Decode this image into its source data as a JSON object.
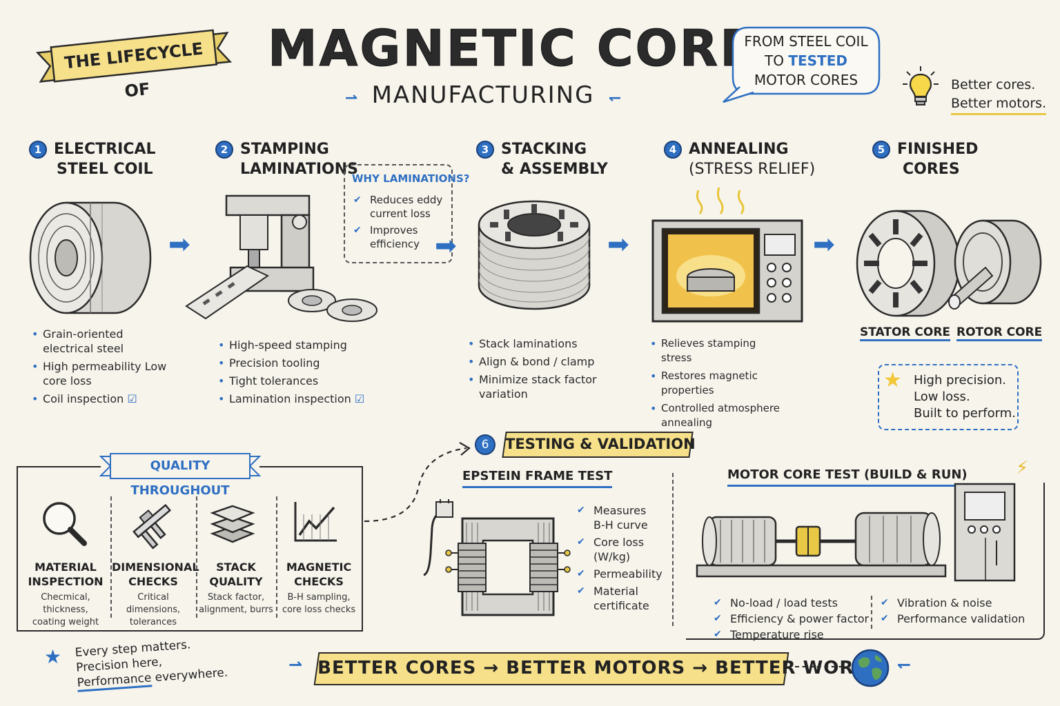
{
  "header": {
    "banner": "THE LIFECYCLE OF",
    "title": "MAGNETIC CORE",
    "subtitle": "MANUFACTURING",
    "bubble_line1": "FROM STEEL COIL",
    "bubble_line2_pre": "TO",
    "bubble_line2_em": "TESTED",
    "bubble_line3": "MOTOR CORES",
    "tagline1": "Better cores.",
    "tagline2": "Better motors."
  },
  "steps": [
    {
      "num": "1",
      "title1": "ELECTRICAL",
      "title2": "STEEL COIL",
      "bullets": [
        "Grain-oriented electrical steel",
        "High permeability Low core loss",
        "Coil inspection"
      ],
      "icon": "steel-coil-icon"
    },
    {
      "num": "2",
      "title1": "STAMPING",
      "title2": "LAMINATIONS",
      "bullets": [
        "High-speed stamping",
        "Precision tooling",
        "Tight tolerances",
        "Lamination inspection"
      ],
      "icon": "stamping-press-icon"
    },
    {
      "num": "3",
      "title1": "STACKING",
      "title2": "& ASSEMBLY",
      "bullets": [
        "Stack laminations",
        "Align & bond / clamp",
        "Minimize stack factor variation"
      ],
      "icon": "stacked-core-icon"
    },
    {
      "num": "4",
      "title1": "ANNEALING",
      "title2": "(STRESS RELIEF)",
      "bullets": [
        "Relieves stamping stress",
        "Restores magnetic properties",
        "Controlled atmosphere annealing"
      ],
      "icon": "annealing-oven-icon"
    },
    {
      "num": "5",
      "title1": "FINISHED",
      "title2": "CORES",
      "labels": [
        "STATOR CORE",
        "ROTOR CORE"
      ],
      "icon": "finished-cores-icon"
    }
  ],
  "why_box": {
    "title": "WHY LAMINATIONS?",
    "items": [
      "Reduces eddy current loss",
      "Improves efficiency"
    ]
  },
  "star_box": {
    "lines": [
      "High precision.",
      "Low loss.",
      "Built to perform."
    ]
  },
  "quality": {
    "title": "QUALITY THROUGHOUT",
    "items": [
      {
        "label1": "MATERIAL",
        "label2": "INSPECTION",
        "sub1": "Checmical, thickness,",
        "sub2": "coating weight",
        "icon": "magnifier-icon"
      },
      {
        "label1": "DIMENSIONAL",
        "label2": "CHECKS",
        "sub1": "Critical dimensions,",
        "sub2": "tolerances",
        "icon": "caliper-icon"
      },
      {
        "label1": "STACK",
        "label2": "QUALITY",
        "sub1": "Stack factor,",
        "sub2": "alignment, burrs",
        "icon": "stack-layers-icon"
      },
      {
        "label1": "MAGNETIC",
        "label2": "CHECKS",
        "sub1": "B-H sampling,",
        "sub2": "core loss checks",
        "icon": "bh-curve-icon"
      }
    ]
  },
  "testing": {
    "num": "6",
    "title": "TESTING & VALIDATION",
    "epstein_title": "EPSTEIN FRAME TEST",
    "epstein_items": [
      "Measures B-H curve",
      "Core loss (W/kg)",
      "Permeability",
      "Material certificate"
    ],
    "motor_title": "MOTOR CORE TEST (BUILD & RUN)",
    "motor_items_left": [
      "No-load / load tests",
      "Efficiency & power factor",
      "Temperature rise"
    ],
    "motor_items_right": [
      "Vibration & noise",
      "Performance validation"
    ]
  },
  "footer": {
    "note1": "Every step matters.",
    "note2": "Precision here,",
    "note3_em": "Performance",
    "note3_rest": " everywhere.",
    "slogan": "BETTER CORES → BETTER MOTORS → BETTER WORLD"
  },
  "colors": {
    "accent": "#2e6fc2",
    "banner": "#f6e08a",
    "ink": "#222222",
    "paper": "#f7f4ec"
  }
}
